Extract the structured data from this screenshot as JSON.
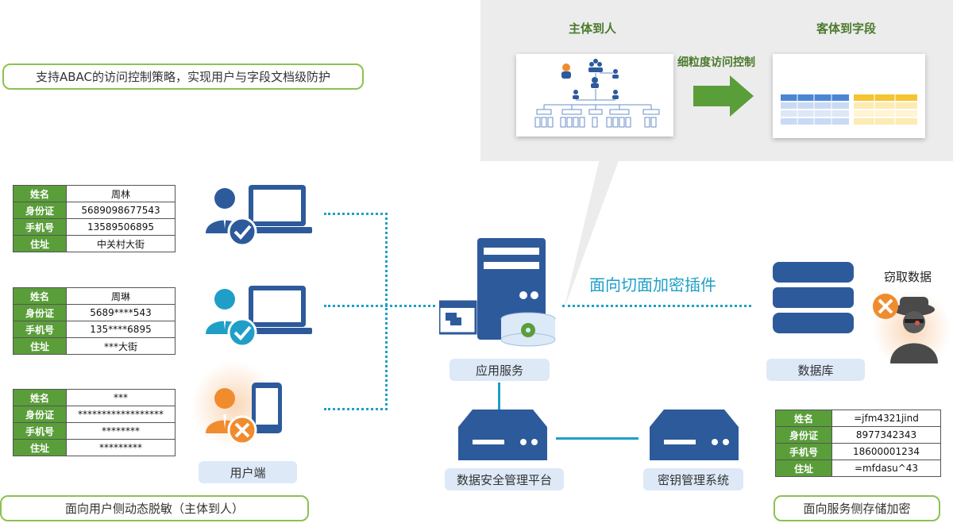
{
  "callout": {
    "subject_title": "主体到人",
    "object_title": "客体到字段",
    "arrow_label": "细粒度访问控制"
  },
  "policy_label": "支持ABAC的访问控制策略，实现用户与字段文档级防护",
  "tables": {
    "full": [
      {
        "key": "姓名",
        "value": "周林"
      },
      {
        "key": "身份证",
        "value": "5689098677543"
      },
      {
        "key": "手机号",
        "value": "13589506895"
      },
      {
        "key": "住址",
        "value": "中关村大街"
      }
    ],
    "partial": [
      {
        "key": "姓名",
        "value": "周琳"
      },
      {
        "key": "身份证",
        "value": "5689****543"
      },
      {
        "key": "手机号",
        "value": "135****6895"
      },
      {
        "key": "住址",
        "value": "***大街"
      }
    ],
    "masked": [
      {
        "key": "姓名",
        "value": "***"
      },
      {
        "key": "身份证",
        "value": "******************"
      },
      {
        "key": "手机号",
        "value": "********"
      },
      {
        "key": "住址",
        "value": "*********"
      }
    ],
    "encrypted": [
      {
        "key": "姓名",
        "value": "=jfm4321jind"
      },
      {
        "key": "身份证",
        "value": "8977342343"
      },
      {
        "key": "手机号",
        "value": "18600001234"
      },
      {
        "key": "住址",
        "value": "=mfdasu^43"
      }
    ]
  },
  "labels": {
    "client": "用户端",
    "app_service": "应用服务",
    "plugin": "面向切面加密插件",
    "database": "数据库",
    "steal": "窃取数据",
    "security_platform": "数据安全管理平台",
    "key_system": "密钥管理系统"
  },
  "bottom": {
    "left": "面向用户侧动态脱敏（主体到人）",
    "right": "面向服务侧存储加密"
  },
  "colors": {
    "green": "#5a9e3a",
    "blue": "#2d5a9b",
    "accent_blue": "#1f9fc7",
    "orange": "#f08c2e"
  }
}
